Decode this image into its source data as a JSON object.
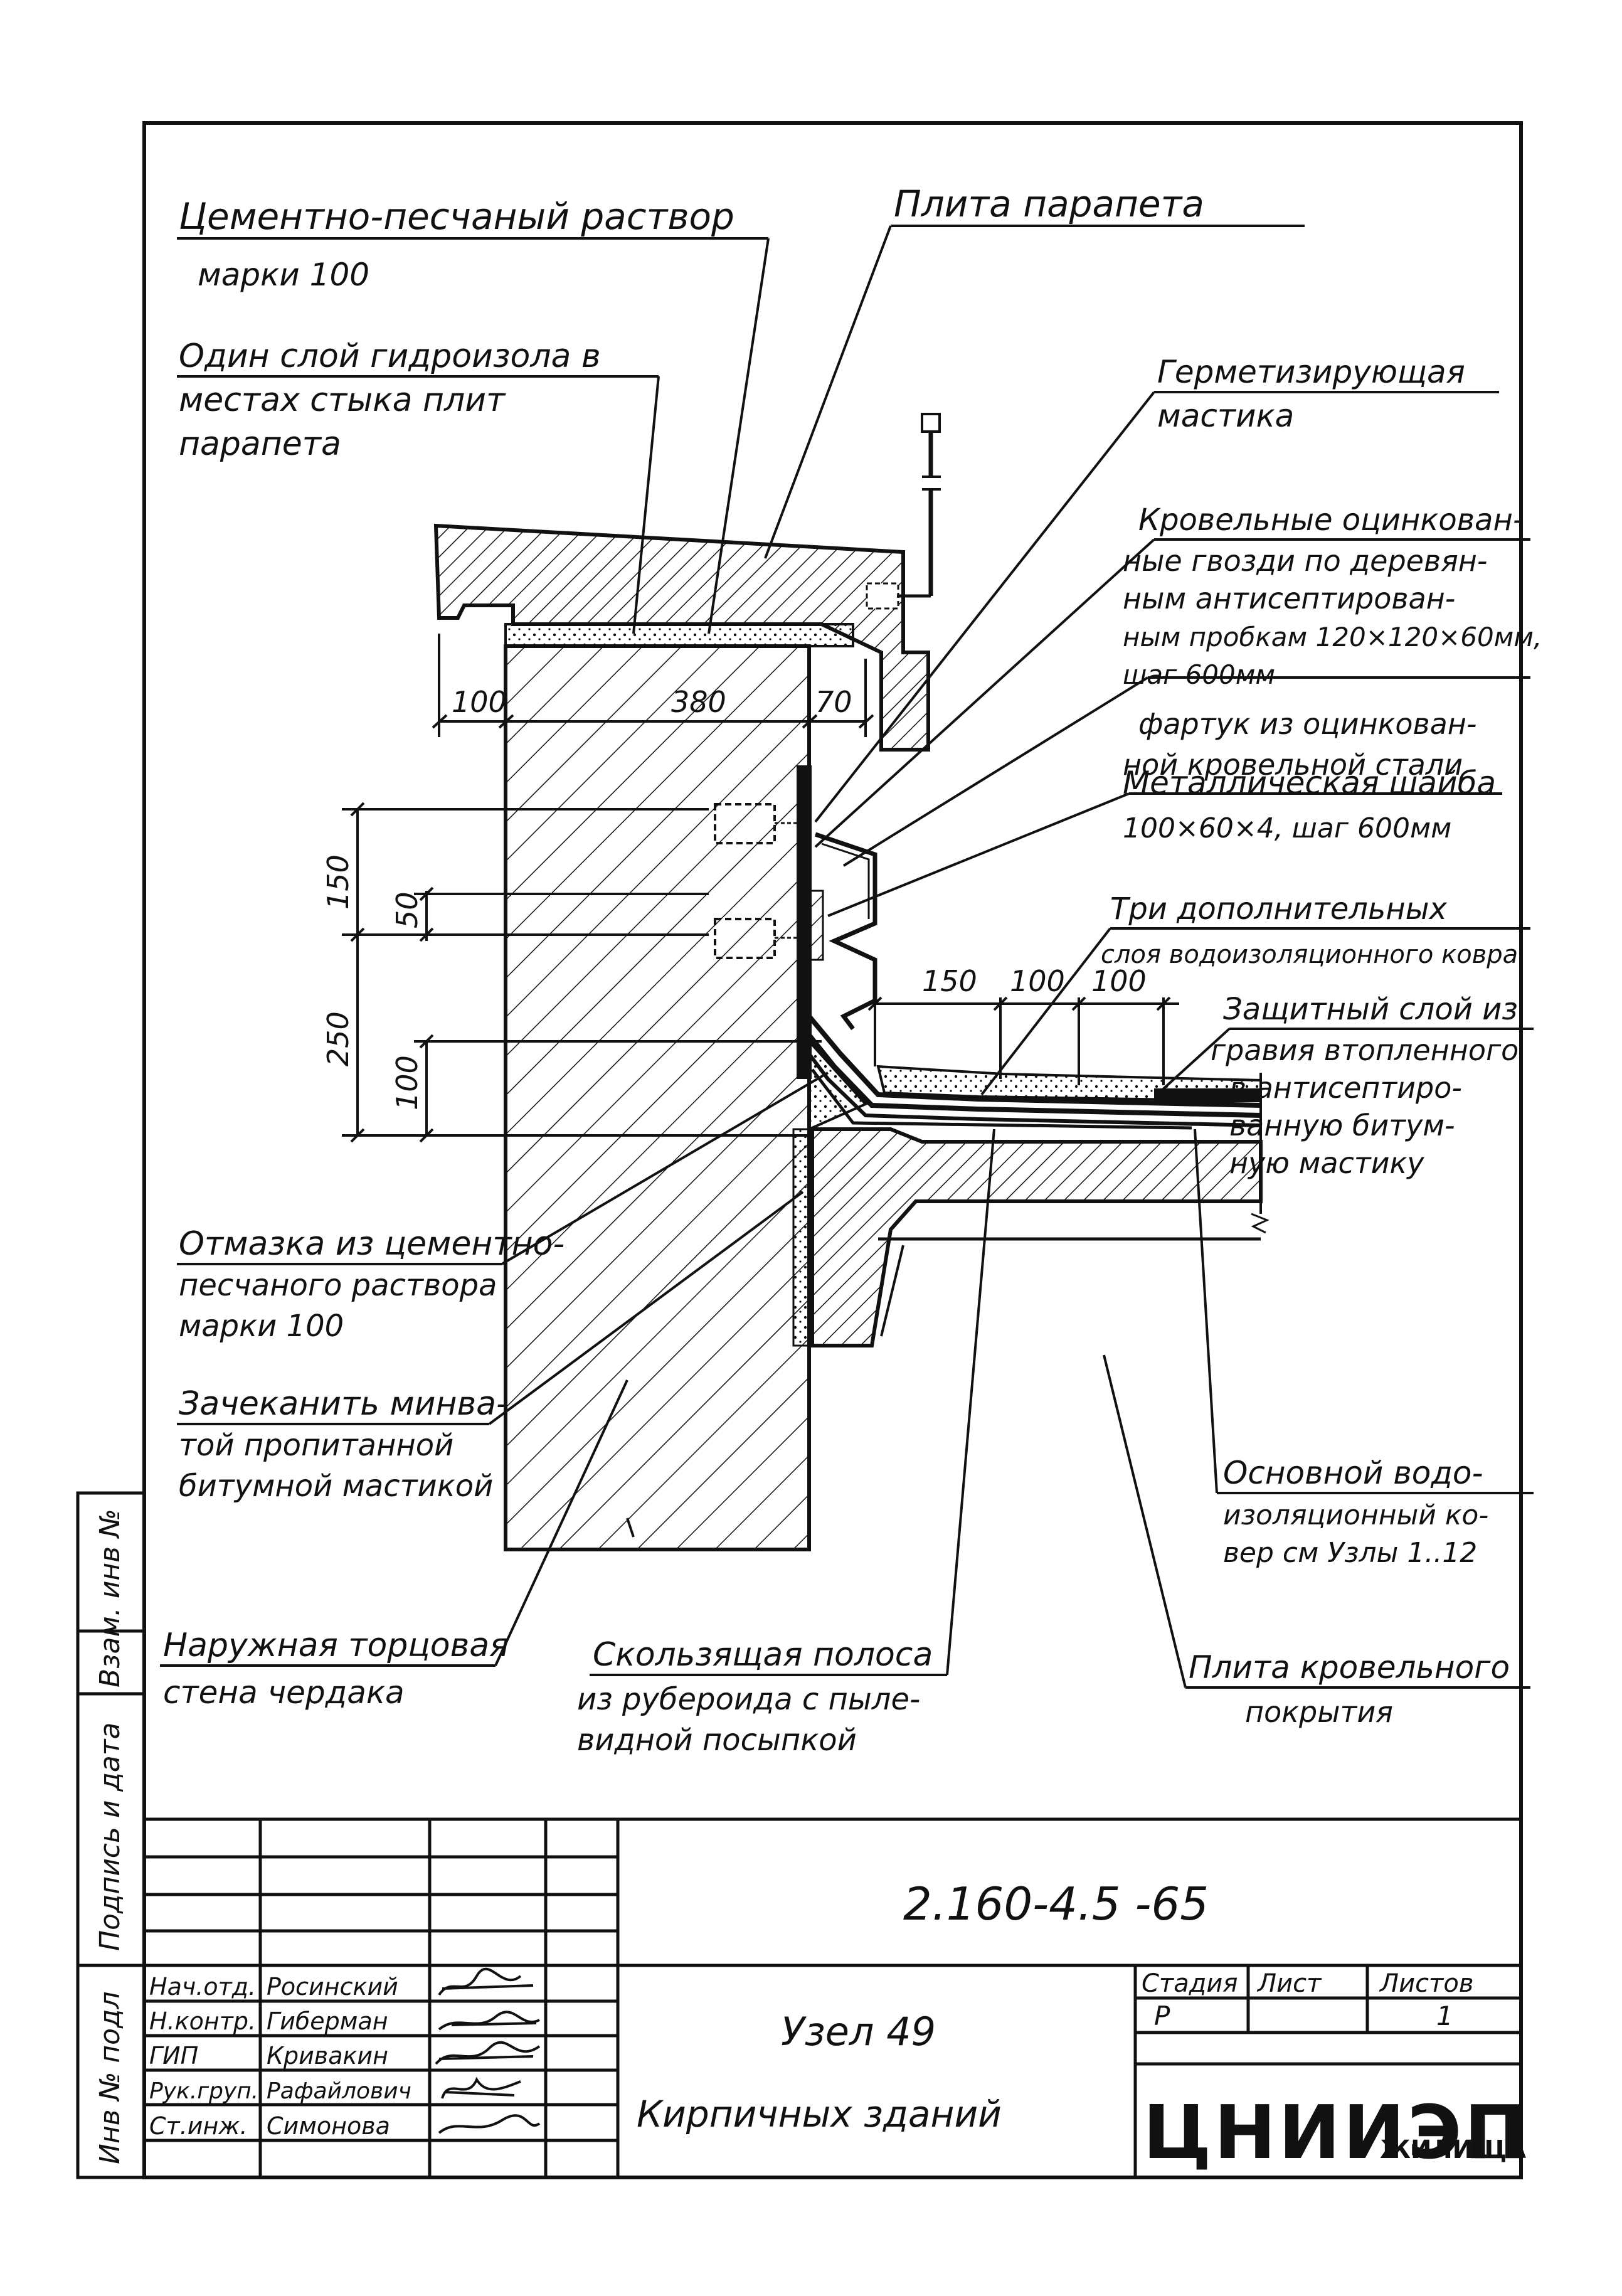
{
  "labels": {
    "mortar_title": "Цементно-песчаный раствор",
    "mortar_grade": "марки 100",
    "parapet_slab": "Плита парапета",
    "hydro_l1": "Один слой гидроизола в",
    "hydro_l2": "местах стыка плит",
    "hydro_l3": "парапета",
    "sealant_l1": "Герметизирующая",
    "sealant_l2": "мастика",
    "nails_l1": "Кровельные оцинкован-",
    "nails_l2": "ные гвозди по деревян-",
    "nails_l3": "ным антисептирован-",
    "nails_l4": "ным пробкам 120×120×60мм,",
    "nails_l5": "шаг 600мм",
    "apron_l1": "фартук из оцинкован-",
    "apron_l2": "ной кровельной стали",
    "washer_l1": "Металлическая шайба",
    "washer_l2": "100×60×4, шаг 600мм",
    "three_l1": "Три дополнительных",
    "three_l2": "слоя водоизоляционного ковра",
    "gravel_l1": "Защитный слой из",
    "gravel_l2": "гравия втопленного",
    "gravel_l3": "в антисептиро-",
    "gravel_l4": "ванную битум-",
    "gravel_l5": "ную мастику",
    "otmazka_l1": "Отмазка из цементно-",
    "otmazka_l2": "песчаного раствора",
    "otmazka_l3": "марки 100",
    "caulk_l1": "Зачеканить минва-",
    "caulk_l2": "той пропитанной",
    "caulk_l3": "битумной мастикой",
    "main_l1": "Основной водо-",
    "main_l2": "изоляционный ко-",
    "main_l3": "вер см Узлы 1..12",
    "wall_l1": "Наружная торцовая",
    "wall_l2": "стена чердака",
    "strip_l1": "Скользящая полоса",
    "strip_l2": "из рубероида с пыле-",
    "strip_l3": "видной посыпкой",
    "roofslab_l1": "Плита кровельного",
    "roofslab_l2": "покрытия"
  },
  "dims": {
    "d100": "100",
    "d380": "380",
    "d70": "70",
    "d150": "150",
    "d50": "50",
    "d250": "250",
    "d100v": "100",
    "r150": "150",
    "r100a": "100",
    "r100b": "100"
  },
  "margin": {
    "inv_podl": "Инв № подл",
    "podpis": "Подпись и дата",
    "vzam": "Взам. инв №"
  },
  "title_block": {
    "doc_code": "2.160-4.5 -65",
    "title_l1": "Узел 49",
    "title_l2": "Кирпичных зданий",
    "stage_head": "Стадия",
    "sheet_head": "Лист",
    "sheets_head": "Листов",
    "stage_val": "Р",
    "sheet_val": "",
    "sheets_val": "1",
    "org_main": "ЦНИИЭП",
    "org_sub": "ЖИЛИЩА",
    "staff": [
      {
        "role": "Нач.отд.",
        "name": "Росинский"
      },
      {
        "role": "Н.контр.",
        "name": "Гиберман"
      },
      {
        "role": "ГИП",
        "name": "Кривакин"
      },
      {
        "role": "Рук.груп.",
        "name": "Рафайлович"
      },
      {
        "role": "Ст.инж.",
        "name": "Симонова"
      }
    ]
  }
}
